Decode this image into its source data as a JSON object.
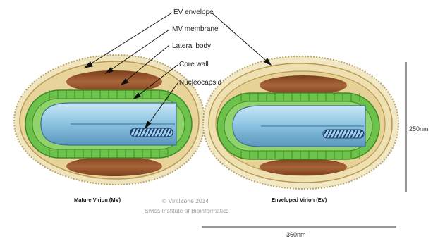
{
  "labels": {
    "ev_envelope": "EV envelope",
    "mv_membrane": "MV membrane",
    "lateral_body": "Lateral body",
    "core_wall": "Core wall",
    "nucleocapsid": "Nucleocapsid"
  },
  "captions": {
    "mature": "Mature Virion (MV)",
    "enveloped": "Enveloped Virion (EV)"
  },
  "credit": {
    "line1": "© ViralZone 2014",
    "line2": "Swiss Institute of Bioinformatics"
  },
  "dimensions": {
    "height": "250nm",
    "width": "360nm"
  },
  "colors": {
    "membrane_green": "#6cc24a",
    "segment_green": "#8fd36a",
    "lateral_body_brown": "#9c5a2c",
    "envelope_tan": "#e8d9a8",
    "core_blue": "#8fc6e3",
    "nucleocapsid_navy": "#1f3f6f"
  }
}
